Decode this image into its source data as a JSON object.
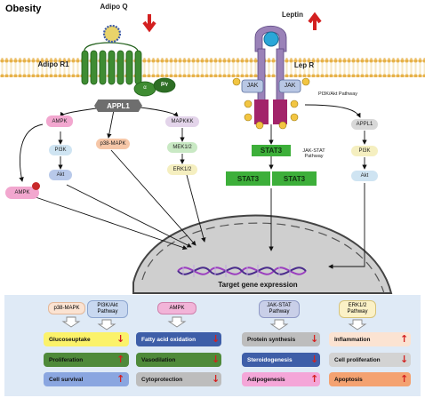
{
  "title": "Obesity",
  "ligands": {
    "adipo_q": "Adipo Q",
    "leptin": "Leptin",
    "adipo_r1": "Adipo R1",
    "lep_r": "Lep R",
    "alpha": "α",
    "beta_gamma": "β/γ",
    "jak": "JAK",
    "p": "P"
  },
  "adipo_pathway": {
    "appl1": "APPL1",
    "ampk_top": "AMPK",
    "pi3k": "PI3K",
    "akt": "Akt",
    "ampk_bottom": "AMPK",
    "p38": "p38-MAPK",
    "mapkkk": "MAPKKK",
    "mek": "MEK1/2",
    "erk": "ERK1/2"
  },
  "lep_pathway": {
    "stat3_top": "STAT3",
    "stat3_left": "STAT3",
    "stat3_right": "STAT3",
    "jak_stat_label": "JAK-STAT Pathway",
    "pi3k_akt_label": "PI3K/Akt Pathway",
    "appl1": "APPL1",
    "pi3k": "PI3K",
    "akt": "Akt"
  },
  "nucleus_label": "Target gene expression",
  "effects": {
    "col1_h1": "p38-MAPK",
    "col1_h2": "PI3K/Akt Pathway",
    "col2_h": "AMPK",
    "col3_h": "JAK-STAT Pathway",
    "col4_h": "ERK1/2 Pathway",
    "glucose": "Glucoseuptake",
    "proliferation": "Proliferation",
    "cell_survival": "Cell survival",
    "fatty_acid": "Fatty acid oxidation",
    "vasodilation": "Vasodilation",
    "cytoprotection": "Cytoprotection",
    "protein_synthesis": "Protein synthesis",
    "steroidogenesis": "Steroidogenesis",
    "adipogenesis": "Adipogenesis",
    "inflammation": "Inflammation",
    "cell_proliferation": "Cell proliferation",
    "apoptosis": "Apoptosis",
    "up": "↑",
    "down": "↓"
  },
  "colors": {
    "membrane": "#e8c770",
    "receptor_green": "#3f8c32",
    "receptor_purple": "#9a82b8",
    "stat3": "#3daf3a",
    "appl1": "#6e6e6e",
    "arrow_red": "#d32020",
    "panel_bg": "#dfeaf6"
  }
}
